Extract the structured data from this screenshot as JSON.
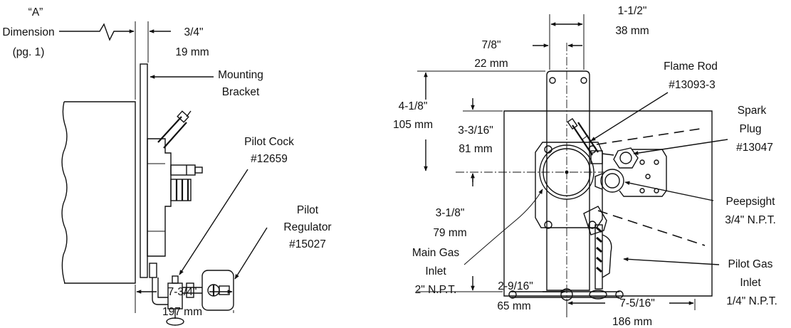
{
  "left_view": {
    "a_dimension": {
      "line1": "“A”",
      "line2": "Dimension",
      "line3": "(pg. 1)"
    },
    "bracket_offset": {
      "imperial": "3/4\"",
      "metric": "19 mm"
    },
    "mounting_bracket": {
      "line1": "Mounting",
      "line2": "Bracket"
    },
    "pilot_cock": {
      "line1": "Pilot Cock",
      "line2": "#12659"
    },
    "pilot_regulator": {
      "line1": "Pilot",
      "line2": "Regulator",
      "line3": "#15027"
    },
    "overall_depth": {
      "imperial": "7-3/4\"",
      "metric": "197 mm"
    }
  },
  "right_view": {
    "width_top": {
      "imperial": "1-1/2\"",
      "metric": "38 mm"
    },
    "offset_top": {
      "imperial": "7/8\"",
      "metric": "22 mm"
    },
    "plate_height": {
      "imperial": "4-1/8\"",
      "metric": "105 mm"
    },
    "upper_height": {
      "imperial": "3-3/16\"",
      "metric": "81 mm"
    },
    "lower_height": {
      "imperial": "3-1/8\"",
      "metric": "79 mm"
    },
    "flame_rod": {
      "line1": "Flame Rod",
      "line2": "#13093-3"
    },
    "spark_plug": {
      "line1": "Spark",
      "line2": "Plug",
      "line3": "#13047"
    },
    "peepsight": {
      "line1": "Peepsight",
      "line2": "3/4\" N.P.T."
    },
    "main_gas_inlet": {
      "line1": "Main Gas",
      "line2": "Inlet",
      "line3": "2\" N.P.T."
    },
    "pilot_gas_inlet": {
      "line1": "Pilot Gas",
      "line2": "Inlet",
      "line3": "1/4\" N.P.T."
    },
    "bottom_offset": {
      "imperial": "2-9/16\"",
      "metric": "65 mm"
    },
    "bottom_width": {
      "imperial": "7-5/16\"",
      "metric": "186 mm"
    }
  }
}
